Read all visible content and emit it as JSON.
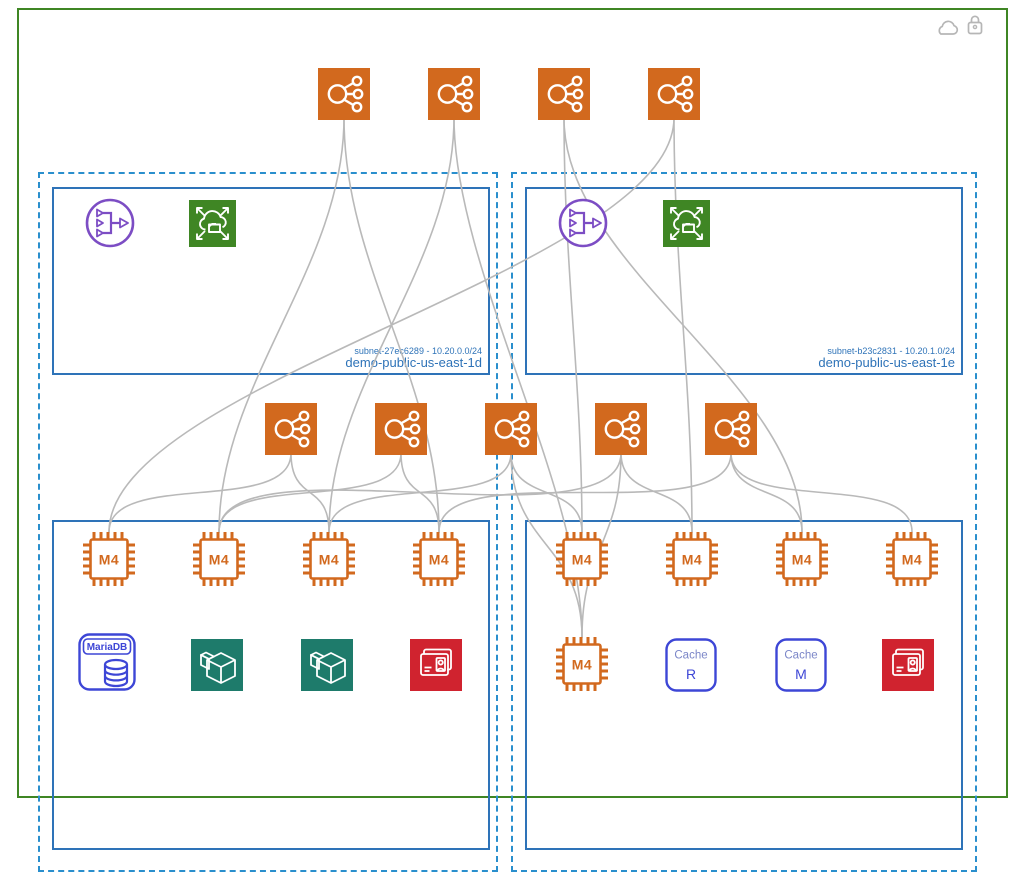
{
  "toolbar": {
    "icons": [
      {
        "name": "cloud-icon"
      },
      {
        "name": "lock-icon"
      }
    ]
  },
  "colors": {
    "vpc_border": "#3f8624",
    "az_border": "#2a8fcd",
    "subnet_border": "#2e73b8",
    "orange": "#d2691e",
    "purple": "#7c4dc4",
    "nat_green": "#3f8624",
    "teal": "#1e7b6b",
    "red": "#d0232f",
    "indigo": "#3d46d6",
    "indigo_light": "#7b86c8",
    "wire": "#b9b9b9",
    "chrome_gray": "#b6b6b6"
  },
  "diagram": {
    "azs": [
      {
        "side": "left",
        "subnets": [
          {
            "id_label": "subnet-27ec6289 - 10.20.0.0/24",
            "name_label": "demo-public-us-east-1d"
          },
          {}
        ]
      },
      {
        "side": "right",
        "subnets": [
          {
            "id_label": "subnet-b23c2831 - 10.20.1.0/24",
            "name_label": "demo-public-us-east-1e"
          },
          {}
        ]
      }
    ],
    "nodes": [
      {
        "id": "eni-1",
        "type": "network-interface"
      },
      {
        "id": "eni-2",
        "type": "network-interface"
      },
      {
        "id": "eni-3",
        "type": "network-interface"
      },
      {
        "id": "eni-4",
        "type": "network-interface"
      },
      {
        "id": "eni-5",
        "type": "network-interface"
      },
      {
        "id": "eni-6",
        "type": "network-interface"
      },
      {
        "id": "eni-7",
        "type": "network-interface"
      },
      {
        "id": "eni-8",
        "type": "network-interface"
      },
      {
        "id": "eni-9",
        "type": "network-interface"
      },
      {
        "id": "elb-1",
        "type": "load-balancer"
      },
      {
        "id": "elb-2",
        "type": "load-balancer"
      },
      {
        "id": "nat-1",
        "type": "nat-gateway"
      },
      {
        "id": "nat-2",
        "type": "nat-gateway"
      },
      {
        "id": "m4-1",
        "type": "ec2-m4",
        "label": "M4"
      },
      {
        "id": "m4-2",
        "type": "ec2-m4",
        "label": "M4"
      },
      {
        "id": "m4-3",
        "type": "ec2-m4",
        "label": "M4"
      },
      {
        "id": "m4-4",
        "type": "ec2-m4",
        "label": "M4"
      },
      {
        "id": "m4-5",
        "type": "ec2-m4",
        "label": "M4"
      },
      {
        "id": "m4-6",
        "type": "ec2-m4",
        "label": "M4"
      },
      {
        "id": "m4-7",
        "type": "ec2-m4",
        "label": "M4"
      },
      {
        "id": "m4-8",
        "type": "ec2-m4",
        "label": "M4"
      },
      {
        "id": "m4-9",
        "type": "ec2-m4",
        "label": "M4"
      },
      {
        "id": "mariadb-1",
        "type": "mariadb",
        "label": "MariaDB"
      },
      {
        "id": "container-1",
        "type": "container"
      },
      {
        "id": "container-2",
        "type": "container"
      },
      {
        "id": "idcard-1",
        "type": "id-card"
      },
      {
        "id": "idcard-2",
        "type": "id-card"
      },
      {
        "id": "cache-1",
        "type": "cache",
        "label": "Cache",
        "letter": "R"
      },
      {
        "id": "cache-2",
        "type": "cache",
        "label": "Cache",
        "letter": "M"
      }
    ],
    "connections": [
      [
        "eni-1",
        "m4-4"
      ],
      [
        "eni-1",
        "m4-2"
      ],
      [
        "eni-2",
        "m4-9"
      ],
      [
        "eni-2",
        "m4-3"
      ],
      [
        "eni-3",
        "m4-5"
      ],
      [
        "eni-3",
        "m4-7"
      ],
      [
        "eni-4",
        "m4-1"
      ],
      [
        "eni-4",
        "m4-6"
      ],
      [
        "eni-5",
        "m4-1"
      ],
      [
        "eni-5",
        "m4-3"
      ],
      [
        "eni-6",
        "m4-2"
      ],
      [
        "eni-6",
        "m4-4"
      ],
      [
        "eni-7",
        "m4-5"
      ],
      [
        "eni-7",
        "m4-9"
      ],
      [
        "eni-7",
        "m4-3"
      ],
      [
        "eni-8",
        "m4-6"
      ],
      [
        "eni-8",
        "m4-2"
      ],
      [
        "eni-8",
        "m4-9"
      ],
      [
        "eni-9",
        "m4-7"
      ],
      [
        "eni-9",
        "m4-8"
      ],
      [
        "eni-9",
        "m4-4"
      ]
    ]
  }
}
